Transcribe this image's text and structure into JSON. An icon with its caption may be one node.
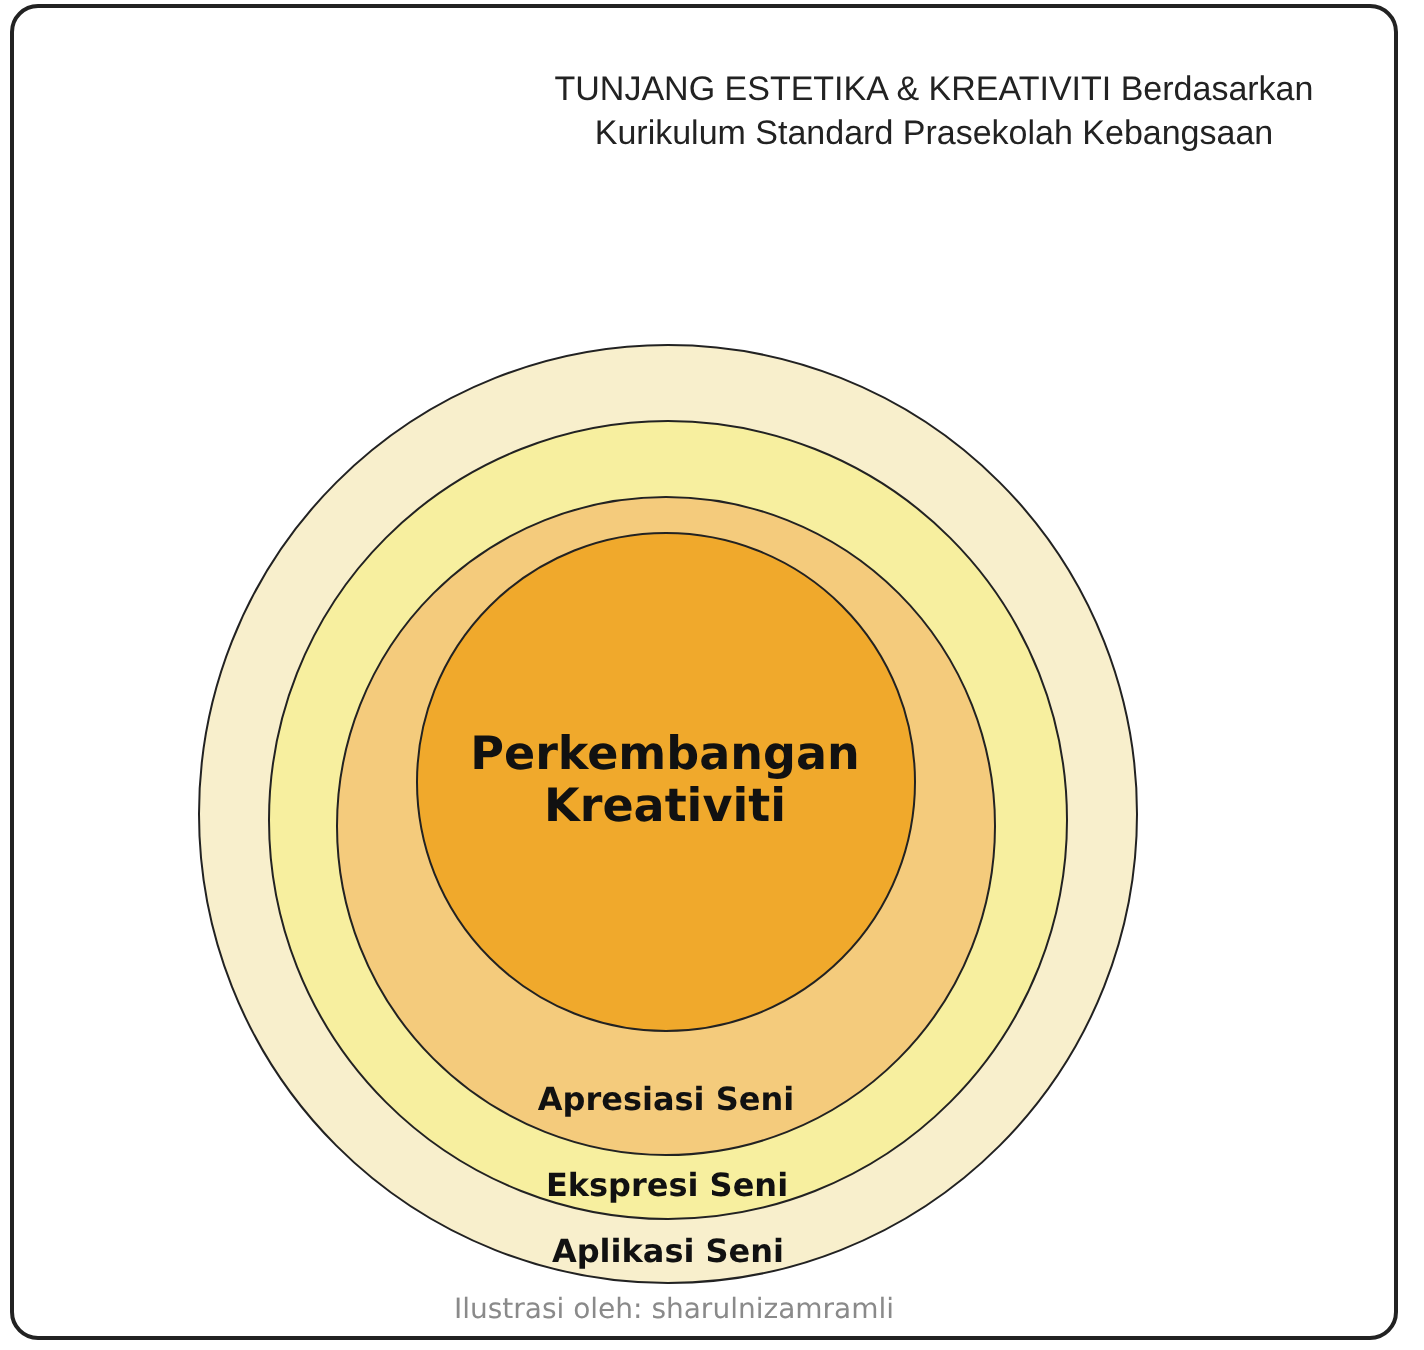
{
  "diagram": {
    "title": "TUNJANG ESTETIKA & KREATIVITI Berdasarkan Kurikulum Standard Prasekolah Kebangsaan",
    "nodes": [
      {
        "text": [
          "Aplikasi Seni"
        ]
      },
      {
        "text": [
          "Ekspresi Seni"
        ],
        "in": 0
      },
      {
        "text": [
          "Apresiasi Seni"
        ],
        "in": 1
      },
      {
        "text": [
          "Perkembangan Kreativiti"
        ],
        "in": 2
      }
    ],
    "labels": [
      "Ilustrasi oleh: sharulnizamramli"
    ]
  }
}
